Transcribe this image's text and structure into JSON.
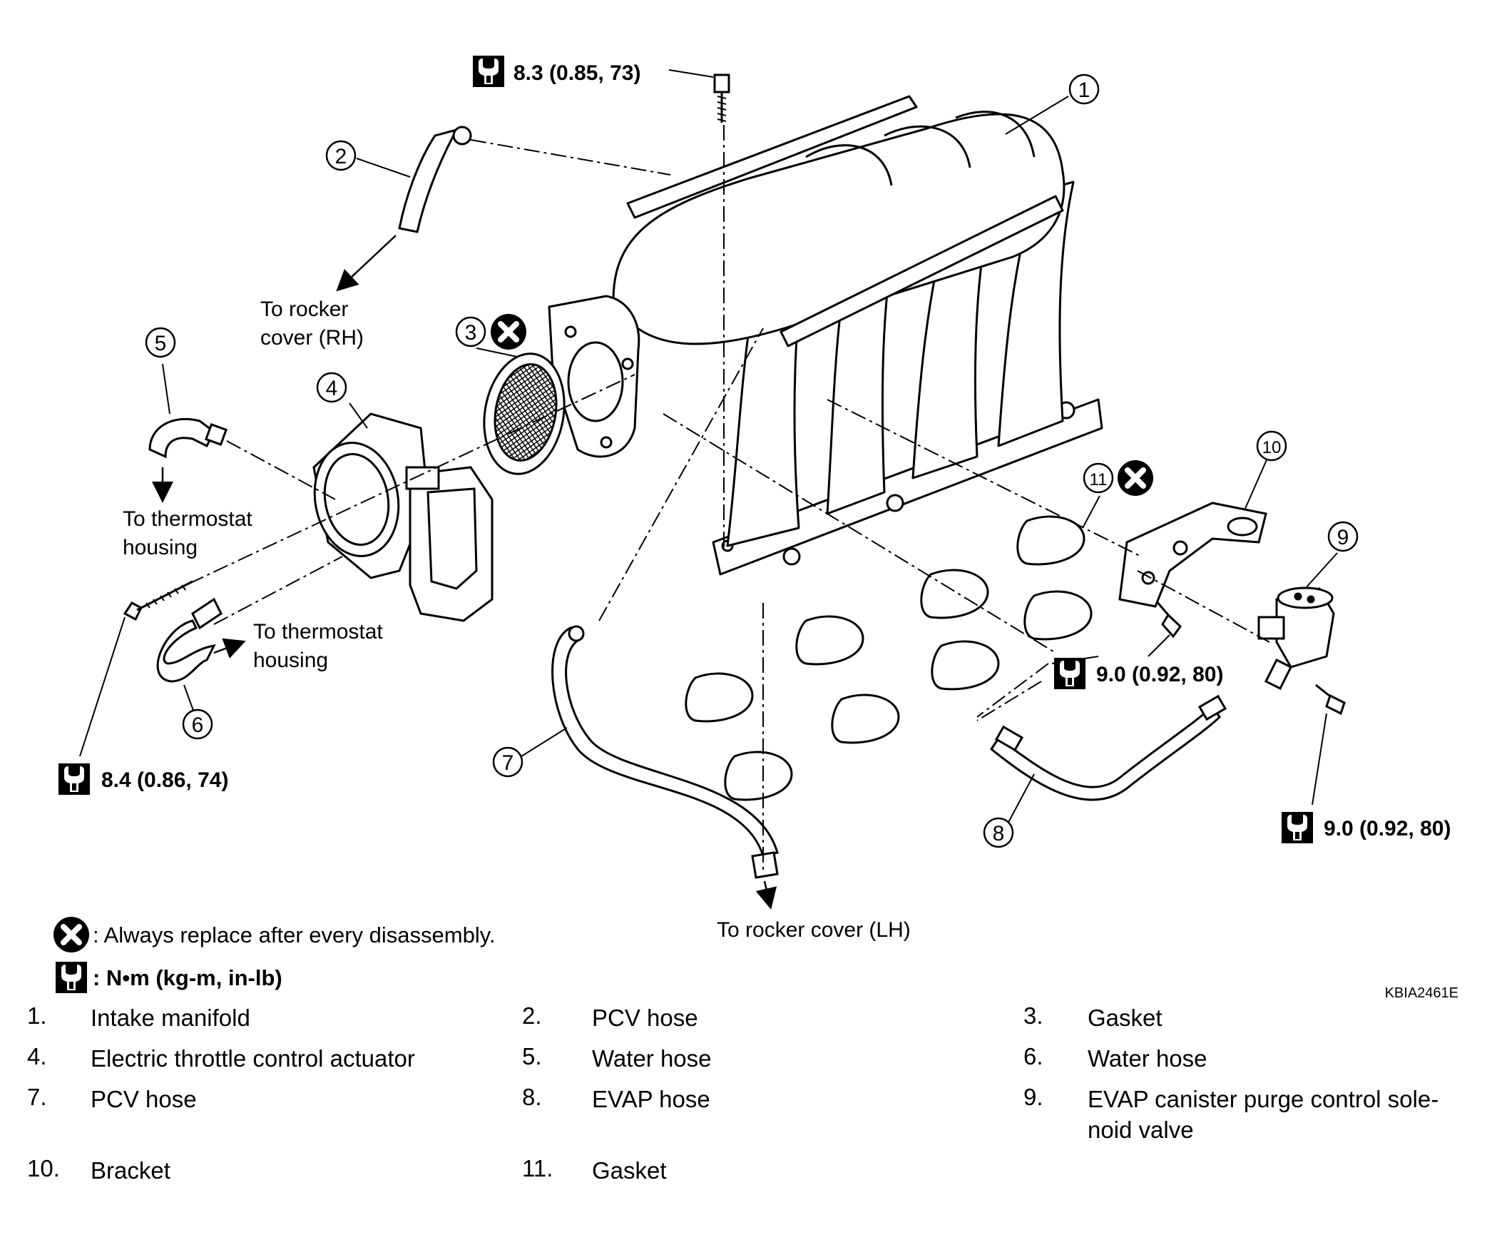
{
  "callouts": {
    "c1": "1",
    "c2": "2",
    "c3": "3",
    "c4": "4",
    "c5": "5",
    "c6": "6",
    "c7": "7",
    "c8": "8",
    "c9": "9",
    "c10": "10",
    "c11": "11"
  },
  "torque_specs": {
    "top_bolt": "8.3 (0.85, 73)",
    "left_bolt": "8.4 (0.86, 74)",
    "bracket_bolt": "9.0 (0.92, 80)",
    "valve_bolt": "9.0 (0.92, 80)"
  },
  "routing_labels": {
    "rocker_rh_line1": "To rocker",
    "rocker_rh_line2": "cover (RH)",
    "thermostat_a_line1": "To thermostat",
    "thermostat_a_line2": "housing",
    "thermostat_b_line1": "To thermostat",
    "thermostat_b_line2": "housing",
    "rocker_lh": "To rocker cover (LH)"
  },
  "legend": {
    "replace_text": ": Always replace after every disassembly.",
    "torque_units": ": N•m (kg-m, in-lb)"
  },
  "figure_code": "KBIA2461E",
  "parts": [
    [
      {
        "num": "1.",
        "name": "Intake manifold"
      },
      {
        "num": "2.",
        "name": "PCV hose"
      },
      {
        "num": "3.",
        "name": "Gasket"
      }
    ],
    [
      {
        "num": "4.",
        "name": "Electric throttle control actuator"
      },
      {
        "num": "5.",
        "name": "Water hose"
      },
      {
        "num": "6.",
        "name": "Water hose"
      }
    ],
    [
      {
        "num": "7.",
        "name": "PCV hose"
      },
      {
        "num": "8.",
        "name": "EVAP hose"
      },
      {
        "num": "9.",
        "name": "EVAP canister purge control sole-",
        "name2": "noid valve"
      }
    ],
    [
      {
        "num": "10.",
        "name": "Bracket"
      },
      {
        "num": "11.",
        "name": "Gasket"
      }
    ]
  ]
}
